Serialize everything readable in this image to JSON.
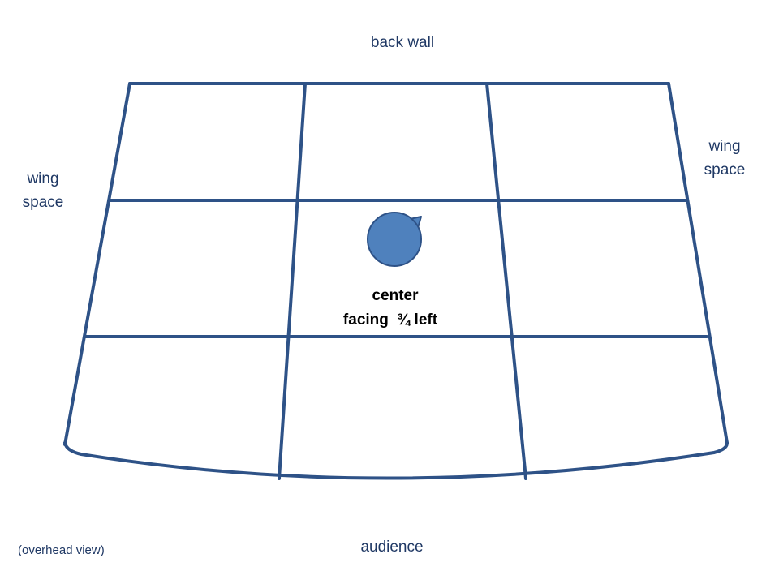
{
  "labels": {
    "back_wall": "back wall",
    "wing_left_1": "wing",
    "wing_left_2": "space",
    "wing_right_1": "wing",
    "wing_right_2": "space",
    "audience": "audience",
    "overhead_view": "(overhead view)",
    "center": "center",
    "facing": "facing  ¾ left"
  },
  "colors": {
    "grid_line": "#2e5287",
    "actor_fill": "#4f81bd",
    "actor_stroke": "#2e5287",
    "label_text": "#1f3864",
    "caption_text": "#000000"
  },
  "stage": {
    "grid_columns": 3,
    "grid_rows": 3,
    "actor_position": "center",
    "actor_facing": "three-quarter left"
  }
}
